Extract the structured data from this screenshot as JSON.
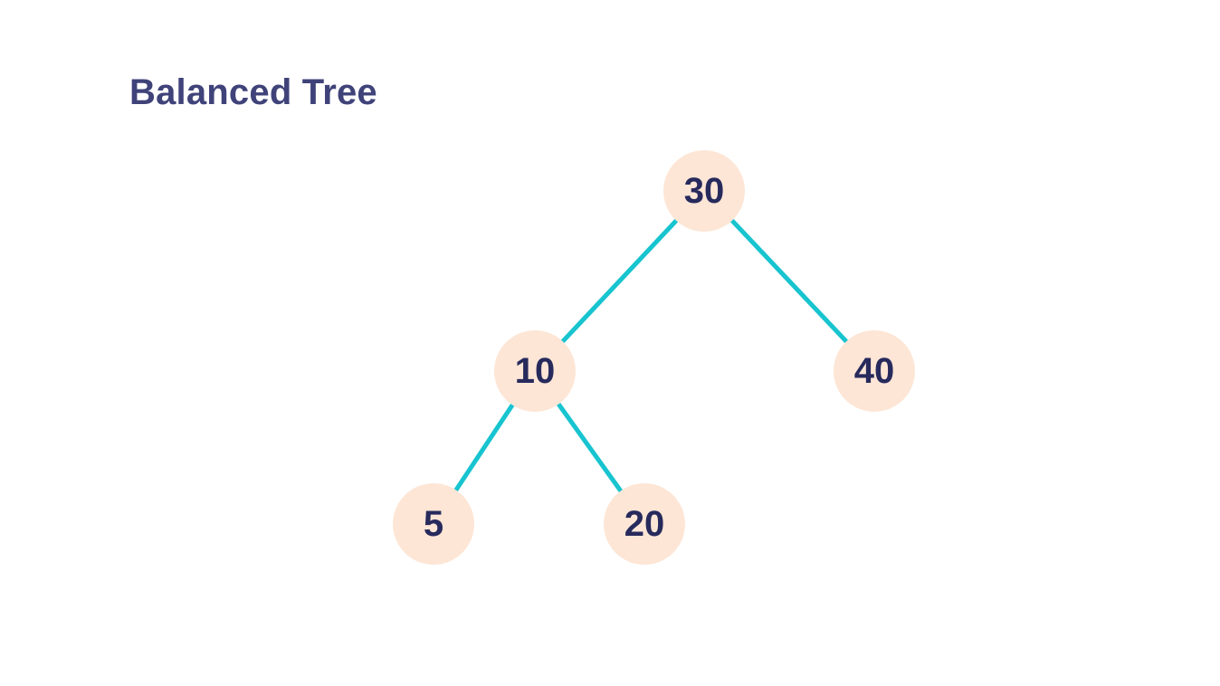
{
  "title": "Balanced Tree",
  "colors": {
    "title": "#3f4379",
    "node_fill": "#fde6d6",
    "node_text": "#272a5c",
    "edge": "#17c4cf",
    "background": "#ffffff"
  },
  "tree": {
    "root": "n30",
    "nodes": [
      {
        "id": "n30",
        "label": "30",
        "level": 0
      },
      {
        "id": "n10",
        "label": "10",
        "level": 1
      },
      {
        "id": "n40",
        "label": "40",
        "level": 1
      },
      {
        "id": "n5",
        "label": "5",
        "level": 2
      },
      {
        "id": "n20",
        "label": "20",
        "level": 2
      }
    ],
    "edges": [
      {
        "from": "n30",
        "to": "n10"
      },
      {
        "from": "n30",
        "to": "n40"
      },
      {
        "from": "n10",
        "to": "n5"
      },
      {
        "from": "n10",
        "to": "n20"
      }
    ]
  }
}
